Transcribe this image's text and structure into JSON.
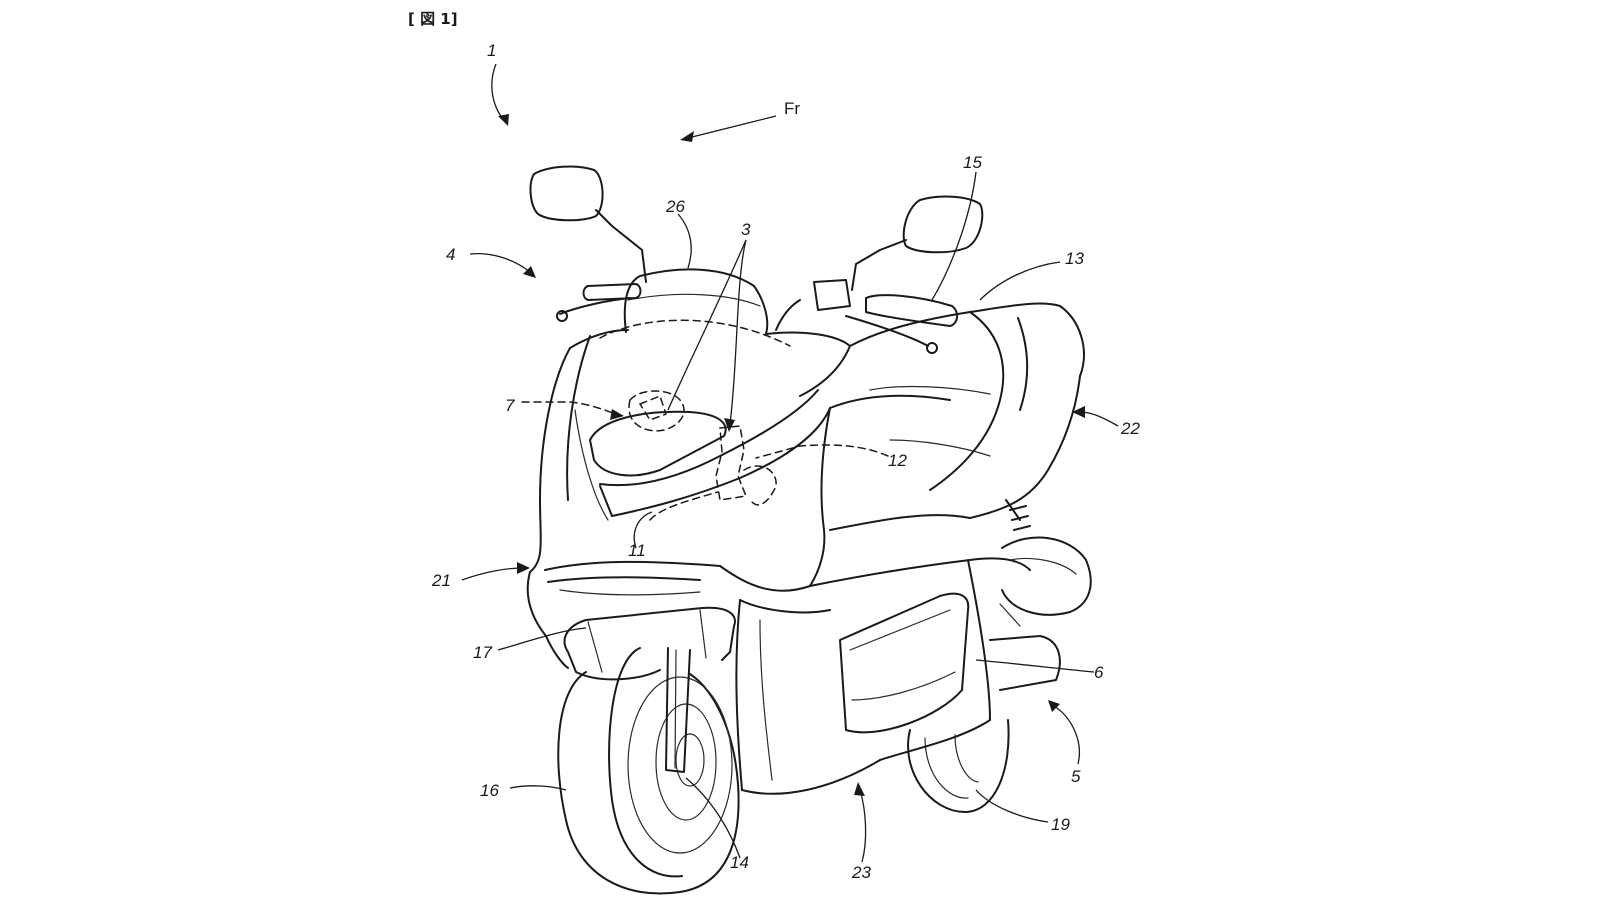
{
  "figure": {
    "caption": "[ 図 1]",
    "direction_label": "Fr"
  },
  "reference_numerals": [
    {
      "id": "ref-1",
      "text": "1"
    },
    {
      "id": "ref-3",
      "text": "3"
    },
    {
      "id": "ref-4",
      "text": "4"
    },
    {
      "id": "ref-5",
      "text": "5"
    },
    {
      "id": "ref-6",
      "text": "6"
    },
    {
      "id": "ref-7",
      "text": "7"
    },
    {
      "id": "ref-11",
      "text": "11"
    },
    {
      "id": "ref-12",
      "text": "12"
    },
    {
      "id": "ref-13",
      "text": "13"
    },
    {
      "id": "ref-14",
      "text": "14"
    },
    {
      "id": "ref-15",
      "text": "15"
    },
    {
      "id": "ref-16",
      "text": "16"
    },
    {
      "id": "ref-17",
      "text": "17"
    },
    {
      "id": "ref-19",
      "text": "19"
    },
    {
      "id": "ref-21",
      "text": "21"
    },
    {
      "id": "ref-22",
      "text": "22"
    },
    {
      "id": "ref-23",
      "text": "23"
    },
    {
      "id": "ref-26",
      "text": "26"
    }
  ]
}
